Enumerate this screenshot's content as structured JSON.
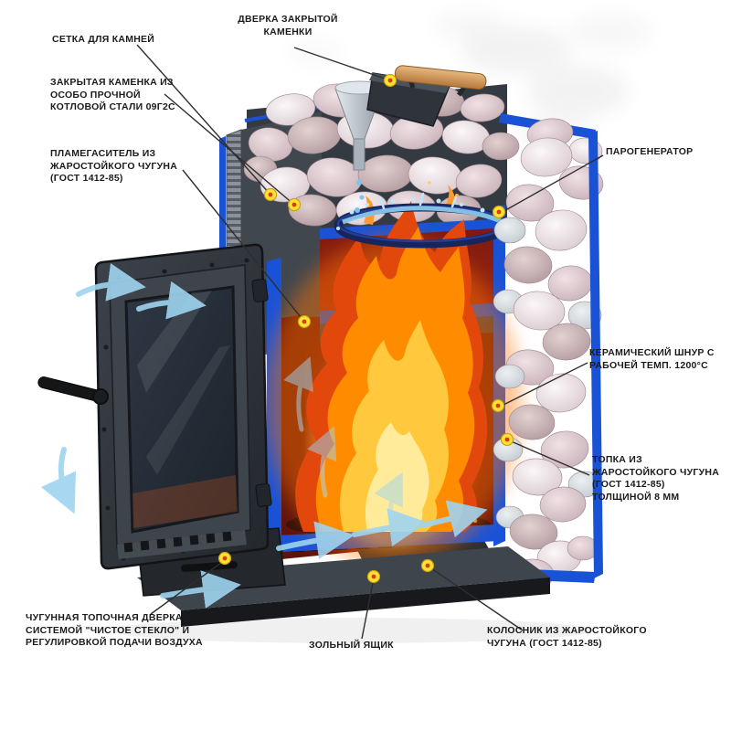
{
  "palette": {
    "frame_blue": "#1a52d6",
    "metal_dark": "#3a4046",
    "metal_panel": "#41474f",
    "fire_red": "#e2470c",
    "fire_orange": "#ff8c00",
    "fire_yellow": "#ffc83d",
    "fire_core": "#ffeb99",
    "stone_light": "#f1e8ea",
    "stone_pink": "#dcc6cb",
    "water_blue": "#8fd0f4",
    "wood": "#d79a5b",
    "marker_yellow": "#ffe13a",
    "marker_core": "#e03c00",
    "callout_line": "#2e2e2e",
    "label_text": "#1b1b1b"
  },
  "labels": {
    "setka": {
      "text": "СЕТКА ДЛЯ КАМНЕЙ"
    },
    "dverka_kamenki": {
      "text": "ДВЕРКА ЗАКРЫТОЙ КАМЕНКИ"
    },
    "kamenka": {
      "text": "ЗАКРЫТАЯ КАМЕНКА ИЗ ОСОБО ПРОЧНОЙ КОТЛОВОЙ СТАЛИ 09Г2С"
    },
    "plamegasitel": {
      "text": "ПЛАМЕГАСИТЕЛЬ ИЗ ЖАРОСТОЙКОГО ЧУГУНА (ГОСТ 1412-85)"
    },
    "parogenerator": {
      "text": "ПАРОГЕНЕРАТОР"
    },
    "keram_shnur": {
      "text": "КЕРАМИЧЕСКИЙ ШНУР С РАБОЧЕЙ ТЕМП. 1200°С"
    },
    "topka": {
      "text": "ТОПКА ИЗ ЖАРОСТОЙКОГО ЧУГУНА (ГОСТ 1412-85) ТОЛЩИНОЙ 8 ММ"
    },
    "kolosnik": {
      "text": "КОЛОСНИК ИЗ ЖАРОСТОЙКОГО ЧУГУНА (ГОСТ 1412-85)"
    },
    "zolnik": {
      "text": "ЗОЛЬНЫЙ ЯЩИК"
    },
    "dverka_topki": {
      "text": "ЧУГУННАЯ ТОПОЧНАЯ ДВЕРКА С СИСТЕМОЙ \"ЧИСТОЕ СТЕКЛО\" И РЕГУЛИРОВКОЙ ПОДАЧИ ВОЗДУХА"
    }
  }
}
